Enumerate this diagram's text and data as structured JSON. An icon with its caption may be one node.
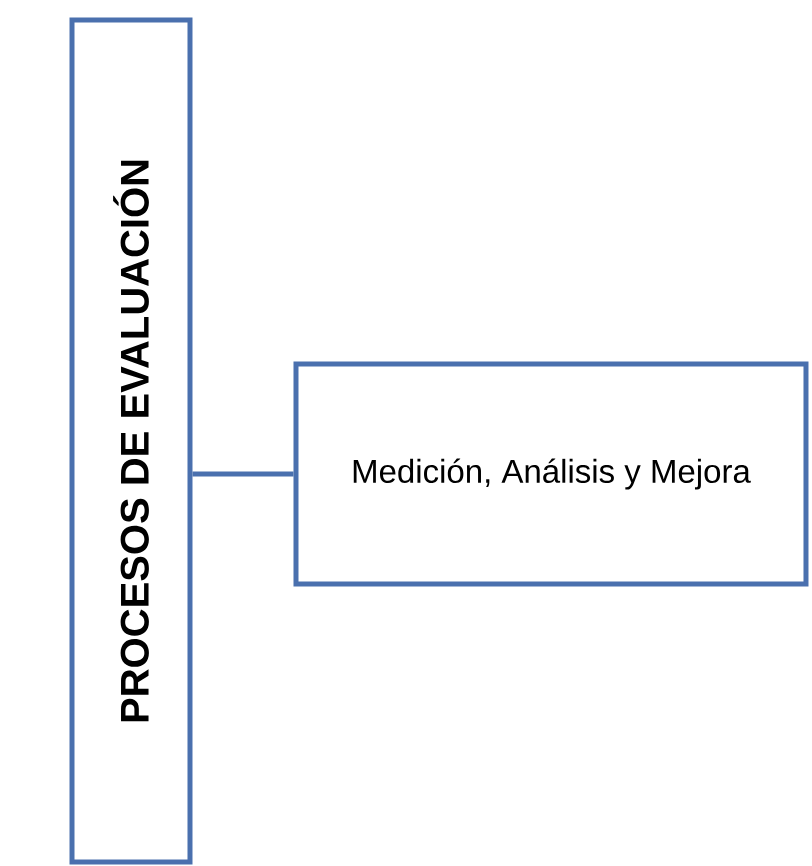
{
  "diagram": {
    "nodes": [
      {
        "text": [
          "PROCESOS DE EVALUACIÓN"
        ]
      },
      {
        "text": [
          "Medición, Análisis y Mejora"
        ]
      }
    ],
    "edges": [
      {
        "from": 0,
        "to": 1,
        "arrow": "none"
      }
    ]
  }
}
